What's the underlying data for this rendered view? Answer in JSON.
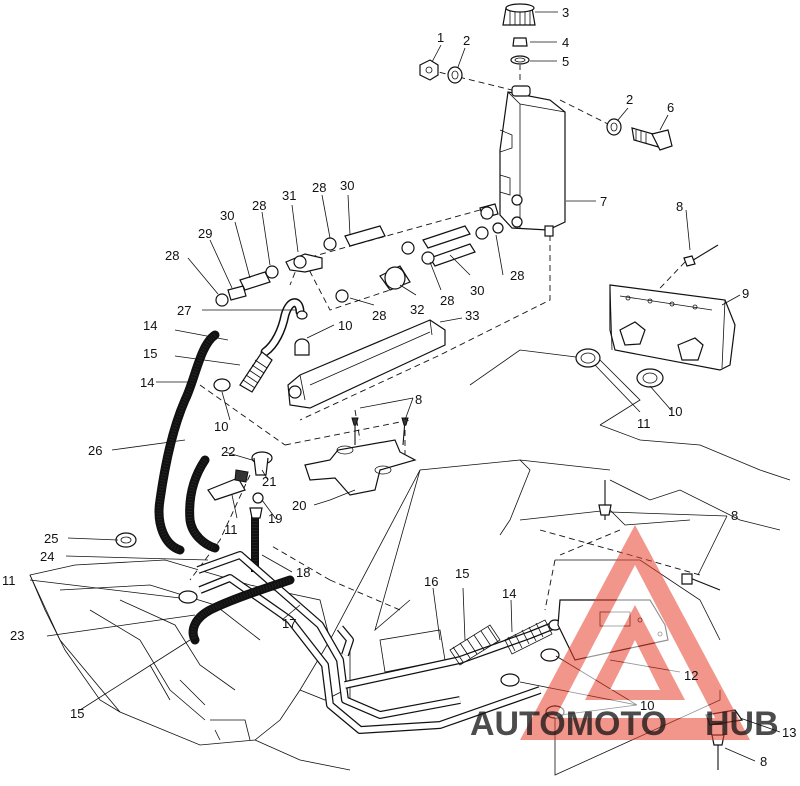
{
  "diagram": {
    "callouts": [
      {
        "id": "c1",
        "text": "1"
      },
      {
        "id": "c2a",
        "text": "2"
      },
      {
        "id": "c3",
        "text": "3"
      },
      {
        "id": "c4",
        "text": "4"
      },
      {
        "id": "c5",
        "text": "5"
      },
      {
        "id": "c2b",
        "text": "2"
      },
      {
        "id": "c6",
        "text": "6"
      },
      {
        "id": "c7",
        "text": "7"
      },
      {
        "id": "c8a",
        "text": "8"
      },
      {
        "id": "c9",
        "text": "9"
      },
      {
        "id": "c30a",
        "text": "30"
      },
      {
        "id": "c28a",
        "text": "28"
      },
      {
        "id": "c31",
        "text": "31"
      },
      {
        "id": "c28b",
        "text": "28"
      },
      {
        "id": "c30b",
        "text": "30"
      },
      {
        "id": "c29",
        "text": "29"
      },
      {
        "id": "c28c",
        "text": "28"
      },
      {
        "id": "c28d",
        "text": "28"
      },
      {
        "id": "c30c",
        "text": "30"
      },
      {
        "id": "c32",
        "text": "32"
      },
      {
        "id": "c28e",
        "text": "28"
      },
      {
        "id": "c28f",
        "text": "28"
      },
      {
        "id": "c27",
        "text": "27"
      },
      {
        "id": "c33",
        "text": "33"
      },
      {
        "id": "c10a",
        "text": "10"
      },
      {
        "id": "c14a",
        "text": "14"
      },
      {
        "id": "c15a",
        "text": "15"
      },
      {
        "id": "c14b",
        "text": "14"
      },
      {
        "id": "c10b",
        "text": "10"
      },
      {
        "id": "c8b",
        "text": "8"
      },
      {
        "id": "c11a",
        "text": "11"
      },
      {
        "id": "c10c",
        "text": "10"
      },
      {
        "id": "c26",
        "text": "26"
      },
      {
        "id": "c22",
        "text": "22"
      },
      {
        "id": "c21",
        "text": "21"
      },
      {
        "id": "c11b",
        "text": "11"
      },
      {
        "id": "c19",
        "text": "19"
      },
      {
        "id": "c20",
        "text": "20"
      },
      {
        "id": "c25",
        "text": "25"
      },
      {
        "id": "c24",
        "text": "24"
      },
      {
        "id": "c18",
        "text": "18"
      },
      {
        "id": "c11c",
        "text": "11"
      },
      {
        "id": "c23",
        "text": "23"
      },
      {
        "id": "c17",
        "text": "17"
      },
      {
        "id": "c16",
        "text": "16"
      },
      {
        "id": "c15b",
        "text": "15"
      },
      {
        "id": "c14c",
        "text": "14"
      },
      {
        "id": "c8c",
        "text": "8"
      },
      {
        "id": "c12",
        "text": "12"
      },
      {
        "id": "c10d",
        "text": "10"
      },
      {
        "id": "c15c",
        "text": "15"
      },
      {
        "id": "c13",
        "text": "13"
      },
      {
        "id": "c8d",
        "text": "8"
      }
    ]
  },
  "watermark": {
    "text_left": "AUTOMOTO",
    "text_right": "HUB",
    "color_red": "#e8412f",
    "color_orange": "#f5a623",
    "color_gray": "#444444"
  }
}
